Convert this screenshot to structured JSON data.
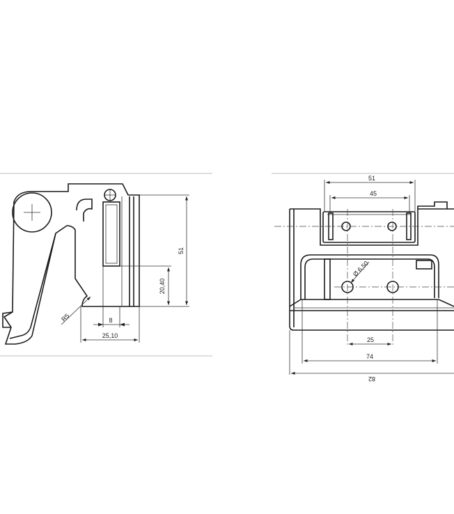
{
  "side_view": {
    "dims": {
      "height_51": "51",
      "height_20_40": "20,40",
      "radius_r5": "R5",
      "width_8": "8",
      "width_25_10": "25,10"
    }
  },
  "front_view": {
    "dims": {
      "width_51": "51",
      "width_45": "45",
      "hole_dia": "Ø 6,50",
      "spacing_25": "25",
      "width_74": "74",
      "width_82": "82"
    }
  },
  "colors": {
    "line": "#1a1a1a",
    "frame": "#bdbdbd"
  }
}
